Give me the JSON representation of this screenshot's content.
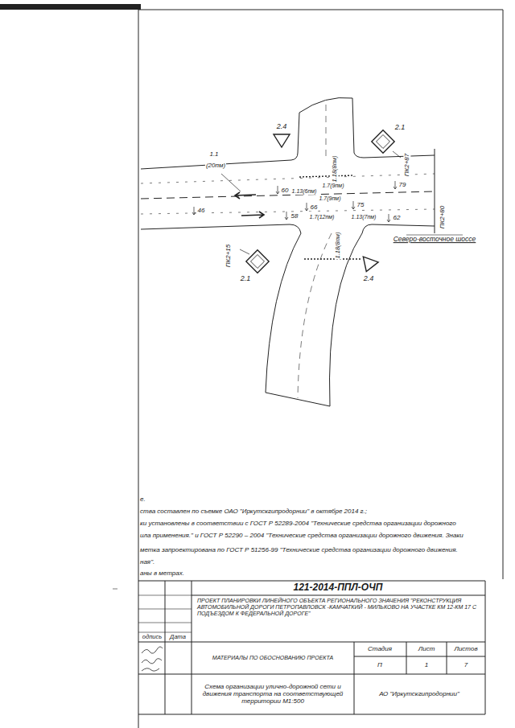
{
  "diagram": {
    "labels": [
      "2.4",
      "2.1",
      "ПК2+87",
      "1.1",
      "(20пм)",
      "1.18(8пм)",
      "60",
      "1.13(6пм)",
      "1.7(9пм)",
      "79",
      "1.7(9пм)",
      "75",
      "66",
      "46",
      "58",
      "1.7(12пм)",
      "1.13(7пм)",
      "62",
      "ПК2+80",
      "Северо-восточное шоссе",
      "1.18(8пм)",
      "ПК2+15",
      "2.1",
      "2.4",
      "е.",
      "ства составлен по съемке  ОАО  \"Иркутскгипродорнии\" в октябре 2014 г.;",
      "ки установлены в соответствии с ГОСТ Р 52289-2004 \"Технические средства организации дорожного",
      "ила применения.\" и ГОСТ Р 52290 – 2004 \"Технические средства организации дорожного движения. Знаки",
      "метка запроектирована по ГОСТ Р 51256-99 \"Технические средства организации дорожного движения.",
      "ная\".",
      "аны в метрах.",
      "121-2014-ППЛ-ОЧП",
      "ПРОЕКТ ПЛАНИРОВКИ ЛИНЕЙНОГО ОБЪЕКТА РЕГИОНАЛЬНОГО ЗНАЧЕНИЯ \"РЕКОНСТРУКЦИЯ АВТОМОБИЛЬНОЙ ДОРОГИ ПЕТРОПАВЛОВСК -КАМЧАТКИЙ - МИЛЬКОВО НА УЧАСТКЕ КМ 12-КМ 17 С ПОДЪЕЗДОМ К ФЕДЕРАЛЬНОЙ ДОРОГЕ\"",
      "одпись",
      "Дата",
      "МАТЕРИАЛЫ ПО ОБОСНОВАНИЮ ПРОЕКТА",
      "Стадия",
      "Лист",
      "Листов",
      "П",
      "1",
      "7",
      "Схема организации улично-дорожной сети и движения транспорта на соответствующей территории М1:500",
      "АО \"Иркутскгипродорнии\""
    ]
  }
}
